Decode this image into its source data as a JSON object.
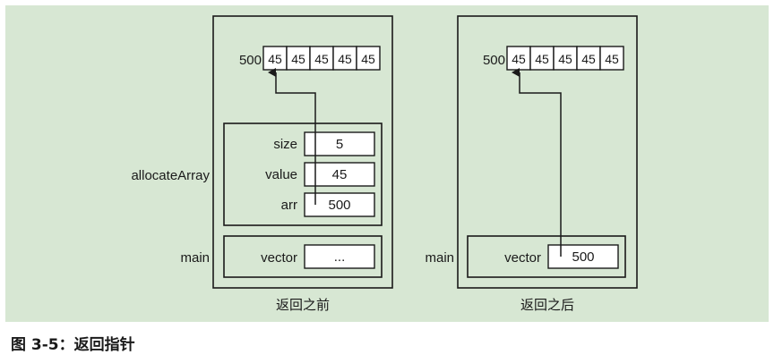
{
  "caption": "图 3-5：返回指针",
  "before": {
    "title": "返回之前",
    "address": "500",
    "array": [
      "45",
      "45",
      "45",
      "45",
      "45"
    ],
    "frames": [
      {
        "name": "allocateArray",
        "vars": [
          {
            "name": "size",
            "value": "5"
          },
          {
            "name": "value",
            "value": "45"
          },
          {
            "name": "arr",
            "value": "500"
          }
        ]
      },
      {
        "name": "main",
        "vars": [
          {
            "name": "vector",
            "value": "..."
          }
        ]
      }
    ]
  },
  "after": {
    "title": "返回之后",
    "address": "500",
    "array": [
      "45",
      "45",
      "45",
      "45",
      "45"
    ],
    "frames": [
      {
        "name": "main",
        "vars": [
          {
            "name": "vector",
            "value": "500"
          }
        ]
      }
    ]
  },
  "colors": {
    "background": "#d7e7d3",
    "stroke": "#1a1a1a",
    "cell_fill": "#ffffff"
  }
}
